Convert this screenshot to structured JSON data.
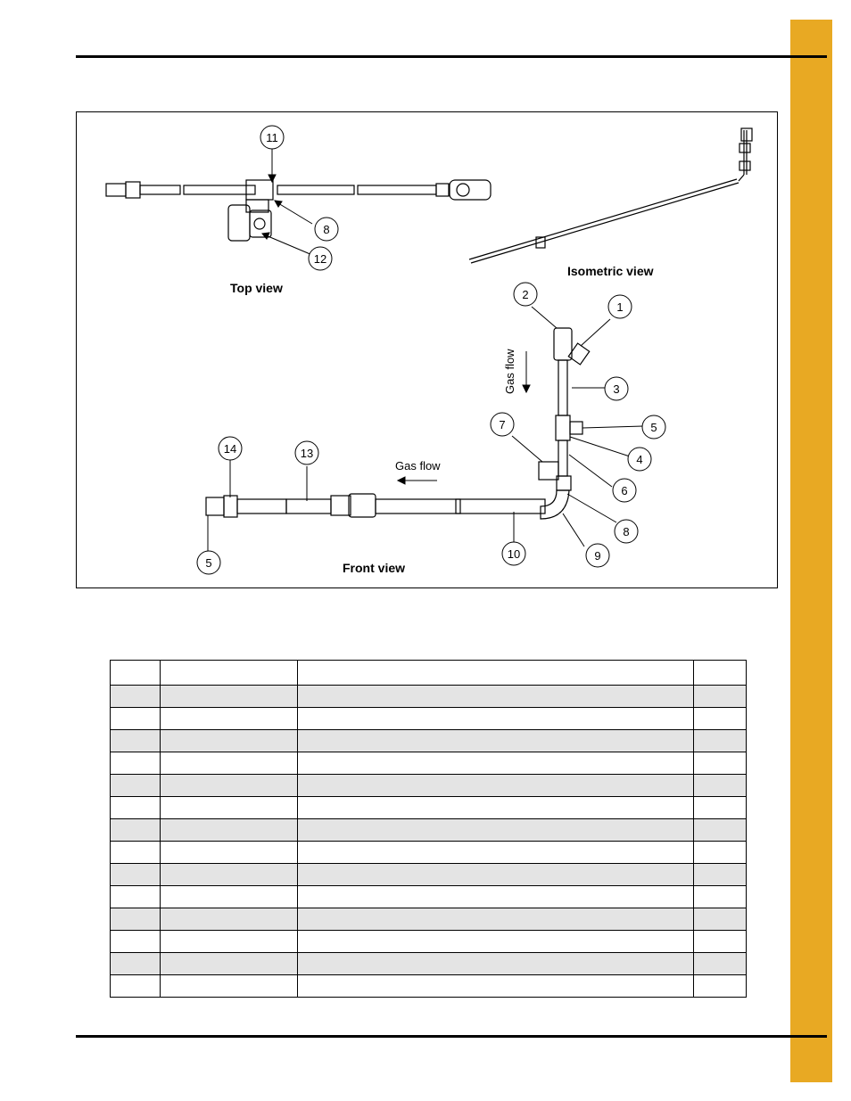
{
  "figure": {
    "views": {
      "top": "Top view",
      "isometric": "Isometric view",
      "front": "Front view"
    },
    "flow_labels": {
      "horizontal": "Gas flow",
      "vertical": "Gas flow"
    },
    "callouts": [
      "11",
      "8",
      "12",
      "2",
      "1",
      "3",
      "5",
      "4",
      "6",
      "7",
      "14",
      "13",
      "8",
      "9",
      "10",
      "5"
    ]
  },
  "table": {
    "columns": [
      "",
      "",
      "",
      ""
    ],
    "rows": [
      [
        "",
        "",
        "",
        ""
      ],
      [
        "",
        "",
        "",
        ""
      ],
      [
        "",
        "",
        "",
        ""
      ],
      [
        "",
        "",
        "",
        ""
      ],
      [
        "",
        "",
        "",
        ""
      ],
      [
        "",
        "",
        "",
        ""
      ],
      [
        "",
        "",
        "",
        ""
      ],
      [
        "",
        "",
        "",
        ""
      ],
      [
        "",
        "",
        "",
        ""
      ],
      [
        "",
        "",
        "",
        ""
      ],
      [
        "",
        "",
        "",
        ""
      ],
      [
        "",
        "",
        "",
        ""
      ],
      [
        "",
        "",
        "",
        ""
      ],
      [
        "",
        "",
        "",
        ""
      ]
    ]
  },
  "colors": {
    "tab": "#e8a923",
    "row_shade": "#e4e4e4"
  }
}
